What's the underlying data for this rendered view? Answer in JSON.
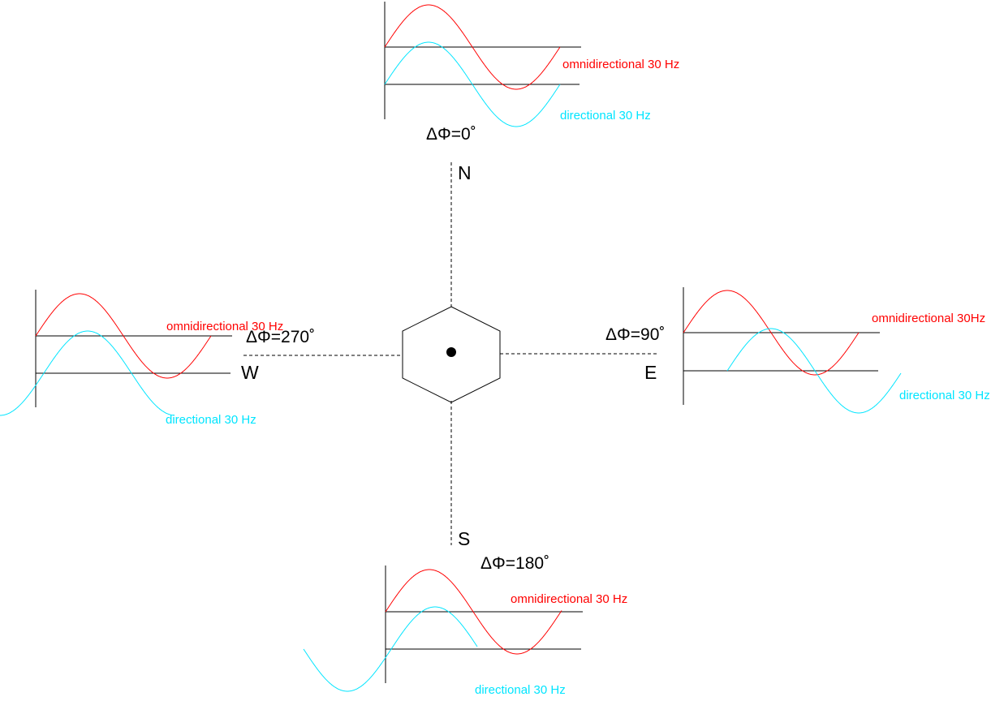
{
  "compass": {
    "north": "N",
    "south": "S",
    "east": "E",
    "west": "W"
  },
  "phase_labels": {
    "north": "ΔΦ=0˚",
    "east": "ΔΦ=90˚",
    "south": "ΔΦ=180˚",
    "west": "ΔΦ=270˚"
  },
  "signals": {
    "north": {
      "omni": "omnidirectional 30 Hz",
      "directional": "directional 30 Hz"
    },
    "east": {
      "omni": "omnidirectional 30Hz",
      "directional": "directional 30 Hz"
    },
    "south": {
      "omni": "omnidirectional 30 Hz",
      "directional": "directional 30 Hz"
    },
    "west": {
      "omni": "omnidirectional 30 Hz",
      "directional": "directional 30 Hz"
    }
  },
  "colors": {
    "omni": "#ff0000",
    "directional": "#00e5ff",
    "axis": "#000000"
  }
}
